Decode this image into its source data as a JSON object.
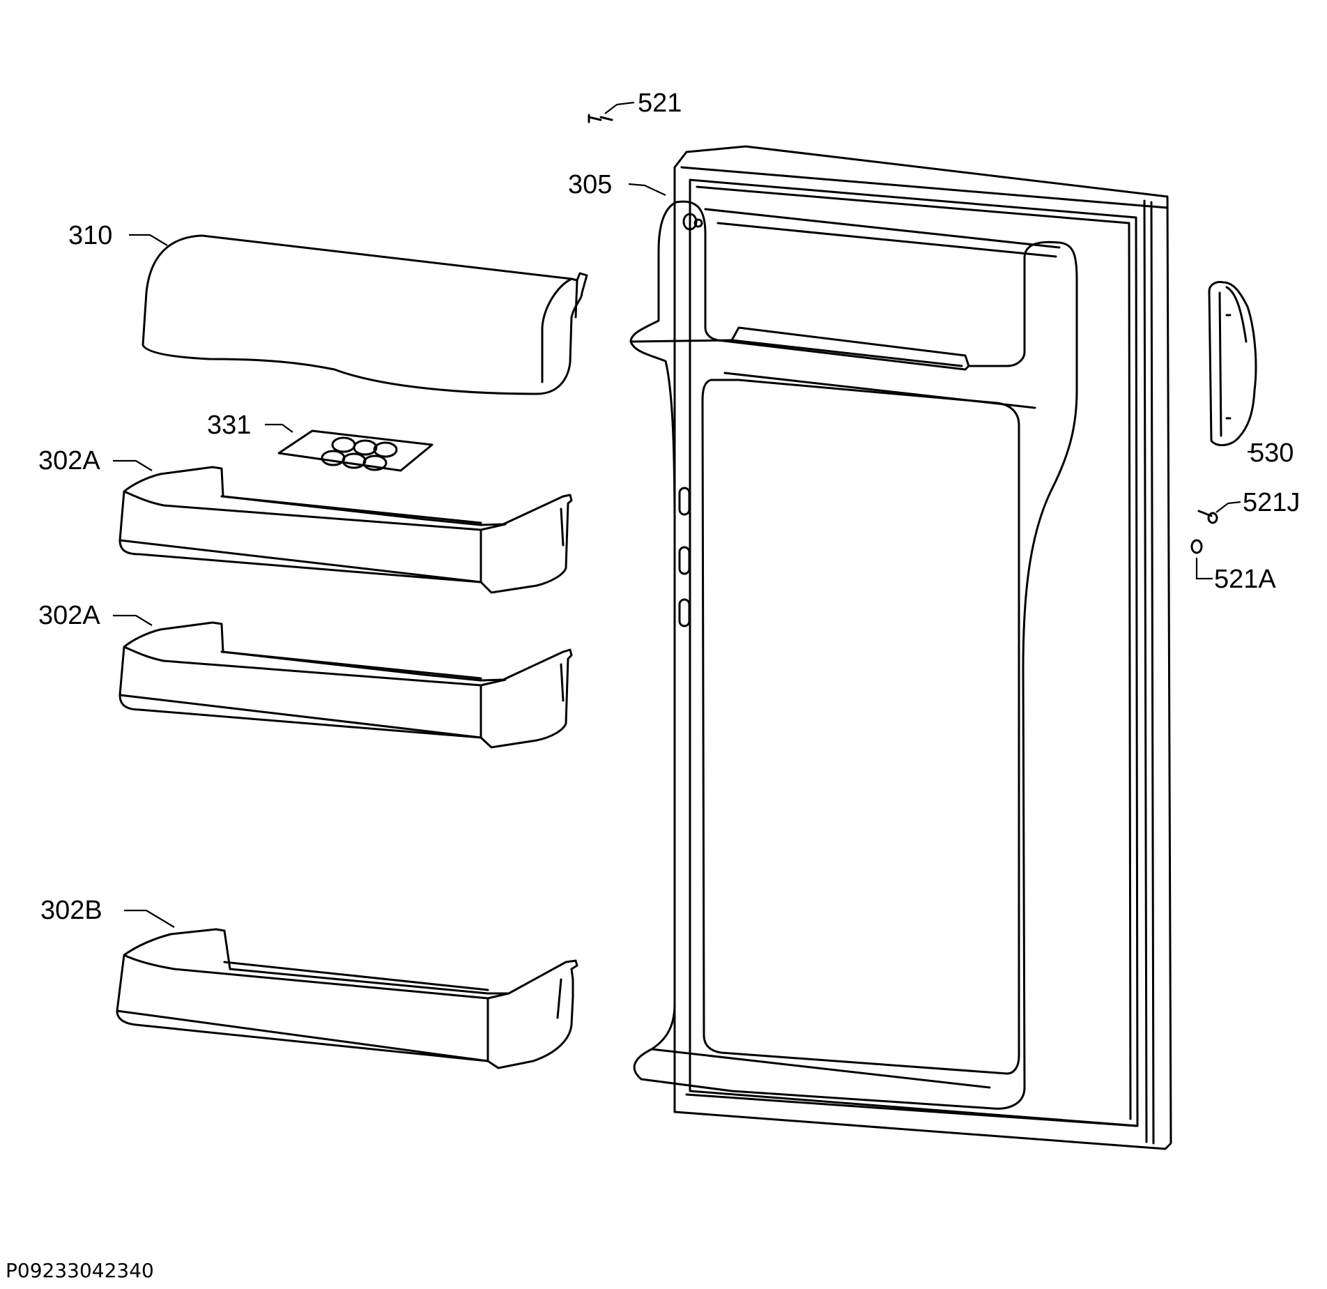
{
  "labels": {
    "p521_top": "521",
    "p305": "305",
    "p310": "310",
    "p331": "331",
    "p302a_1": "302A",
    "p302a_2": "302A",
    "p302b": "302B",
    "p530": "530",
    "p521j": "521J",
    "p521a": "521A"
  },
  "reference": "P09233042340",
  "colors": {
    "line": "#000000",
    "background": "#ffffff"
  }
}
